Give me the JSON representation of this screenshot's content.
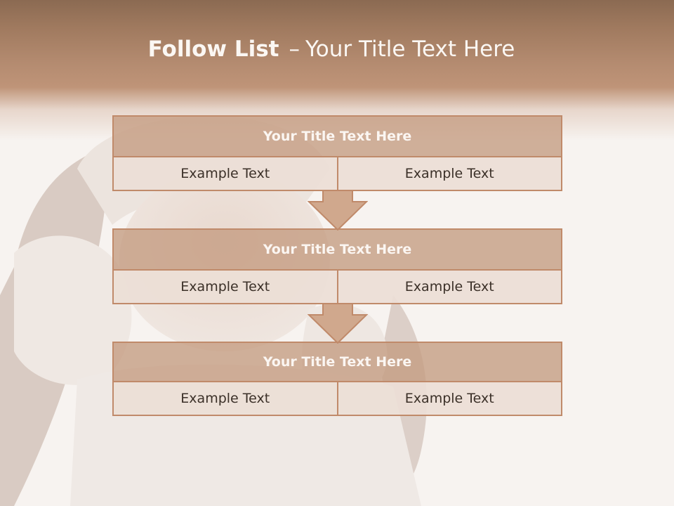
{
  "slide": {
    "title_bold": "Follow List",
    "title_dash": "–",
    "title_rest": "Your Title Text Here"
  },
  "flow": [
    {
      "title": "Your Title Text Here",
      "left": "Example Text",
      "right": "Example Text"
    },
    {
      "title": "Your Title Text Here",
      "left": "Example Text",
      "right": "Example Text"
    },
    {
      "title": "Your Title Text Here",
      "left": "Example Text",
      "right": "Example Text"
    }
  ],
  "colors": {
    "header": "#a07a5f",
    "title_box": "#c49b80",
    "border": "#c08a6a",
    "cell": "#ecded6"
  }
}
